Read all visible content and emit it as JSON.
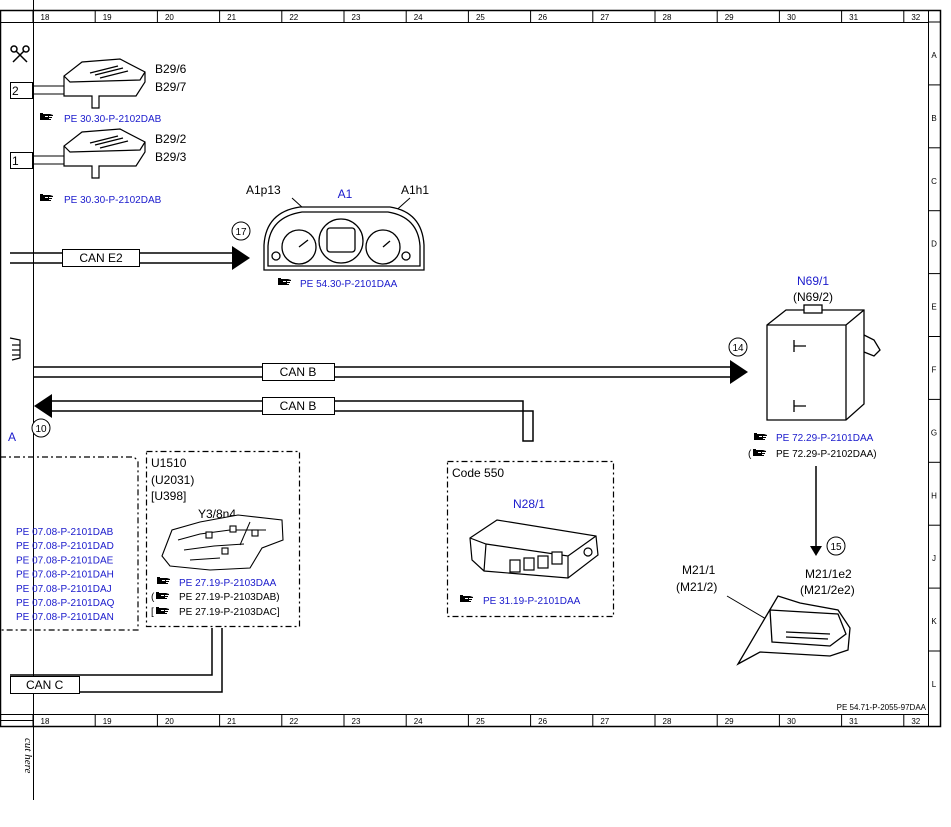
{
  "grid": {
    "columns": [
      "18",
      "19",
      "20",
      "21",
      "22",
      "23",
      "24",
      "25",
      "26",
      "27",
      "28",
      "29",
      "30",
      "31",
      "32"
    ],
    "rows": [
      "A",
      "B",
      "C",
      "D",
      "E",
      "F",
      "G",
      "H",
      "J",
      "K",
      "L"
    ]
  },
  "components": {
    "b29_top": {
      "label1": "B29/6",
      "label2": "B29/7",
      "ref": "PE 30.30-P-2102DAB",
      "pin": "2"
    },
    "b29_bottom": {
      "label1": "B29/2",
      "label2": "B29/3",
      "ref": "PE 30.30-P-2102DAB",
      "pin": "1"
    },
    "a1": {
      "name": "A1",
      "left_label": "A1p13",
      "right_label": "A1h1",
      "ref": "PE 54.30-P-2101DAA",
      "callout": "17"
    },
    "n69": {
      "name": "N69/1",
      "alt_name": "(N69/2)",
      "ref1": "PE 72.29-P-2101DAA",
      "ref2": "PE 72.29-P-2102DAA)",
      "callout": "14"
    },
    "u1510": {
      "line1": "U1510",
      "line2": "(U2031)",
      "line3": "[U398]",
      "part": "Y3/8n4",
      "ref1": "PE 27.19-P-2103DAA",
      "ref2": "PE 27.19-P-2103DAB)",
      "ref3": "PE 27.19-P-2103DAC]"
    },
    "code550": {
      "title": "Code 550",
      "part": "N28/1",
      "ref": "PE 31.19-P-2101DAA"
    },
    "mirror": {
      "left1": "M21/1",
      "left2": "(M21/2)",
      "right1": "M21/1e2",
      "right2": "(M21/2e2)",
      "callout": "15"
    },
    "left_box": {
      "refs": [
        "PE 07.08-P-2101DAB",
        "PE 07.08-P-2101DAD",
        "PE 07.08-P-2101DAE",
        "PE 07.08-P-2101DAH",
        "PE 07.08-P-2101DAJ",
        "PE 07.08-P-2101DAQ",
        "PE 07.08-P-2101DAN"
      ],
      "edge_label": "A",
      "callout": "10"
    }
  },
  "buses": {
    "can_e2": "CAN E2",
    "can_b_out": "CAN B",
    "can_b_in": "CAN B",
    "can_c": "CAN C"
  },
  "footer": {
    "drawing_id": "PE 54.71-P-2055-97DAA",
    "cut_here": "cut here"
  },
  "colors": {
    "link": "#1a1acc",
    "line": "#000000"
  }
}
